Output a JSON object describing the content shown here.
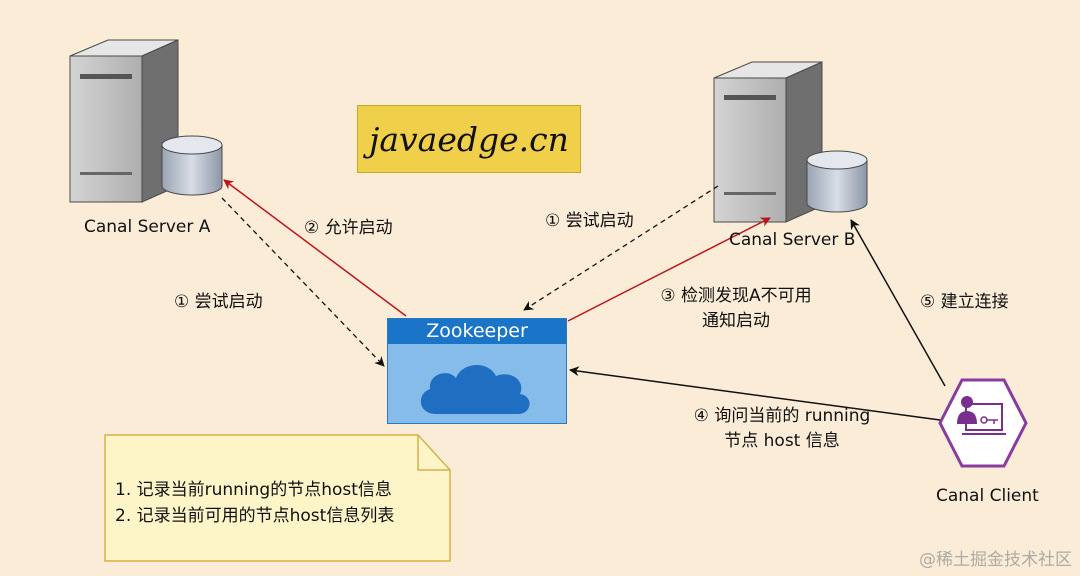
{
  "brand": {
    "text": "javaedge.cn"
  },
  "nodes": {
    "server_a": {
      "label": "Canal Server A"
    },
    "server_b": {
      "label": "Canal Server B"
    },
    "zookeeper": {
      "label": "Zookeeper"
    },
    "client": {
      "label": "Canal Client"
    }
  },
  "edges": {
    "a_try": {
      "label": "① 尝试启动"
    },
    "zk_allow": {
      "label": "② 允许启动"
    },
    "b_try": {
      "label": "① 尝试启动"
    },
    "zk_notify": {
      "line1": "③ 检测发现A不可用",
      "line2": "通知启动"
    },
    "client_connect": {
      "label": "⑤ 建立连接"
    },
    "client_ask": {
      "line1": "④ 询问当前的 running",
      "line2": "节点 host 信息"
    }
  },
  "note": {
    "lines": [
      "1. 记录当前running的节点host信息",
      "2. 记录当前可用的节点host信息列表"
    ]
  },
  "watermark": "@稀土掘金技术社区",
  "colors": {
    "background": "#faecd7",
    "red_arrow": "#c0141c",
    "black_arrow": "#111111",
    "zookeeper_header": "#1a74c8",
    "zookeeper_body": "#86bcea",
    "note_fill": "#fdf5c8",
    "note_border": "#d4b24a",
    "brand_fill": "#f0cf4a",
    "client_hex_border": "#8a3c9e"
  }
}
